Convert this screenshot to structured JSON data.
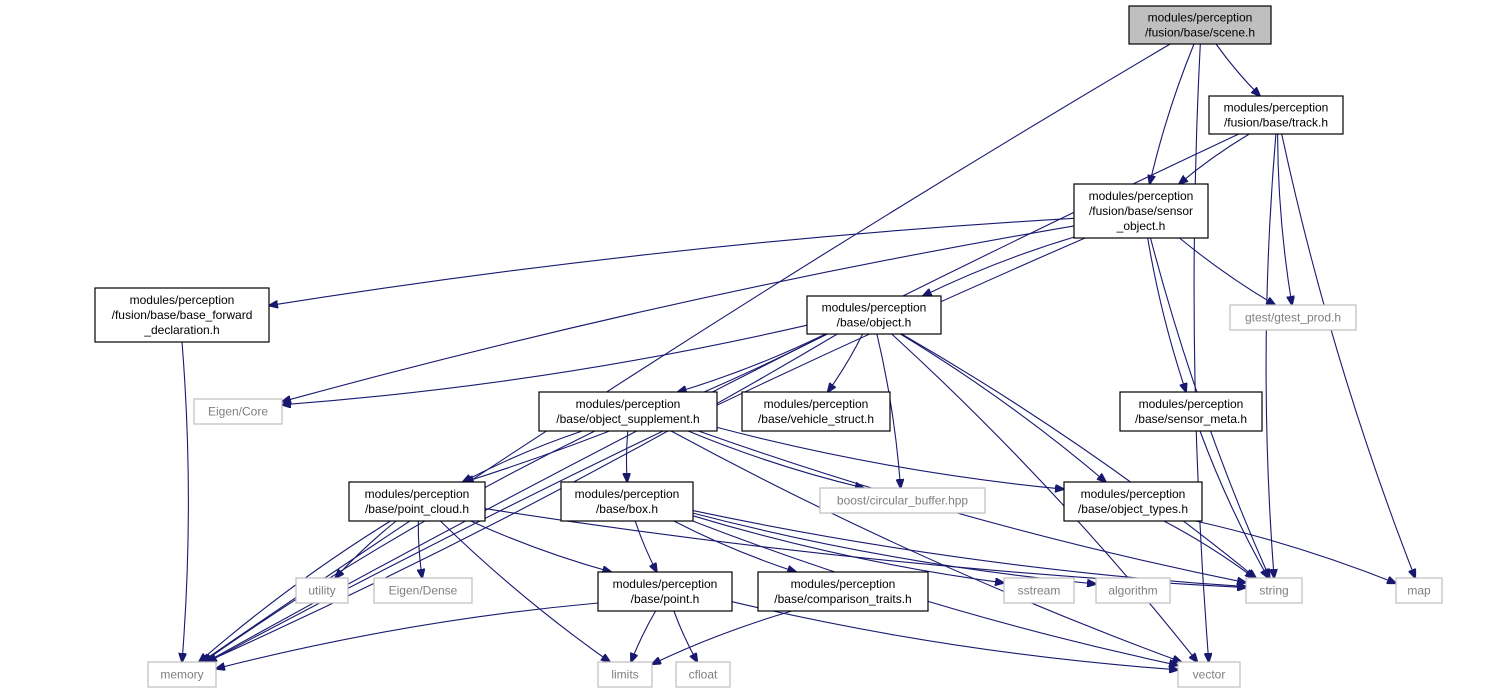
{
  "diagram": {
    "type": "include-dependency-graph",
    "colors": {
      "edge": "#191970",
      "root_fill": "#bfbfbf",
      "header_border": "#000000",
      "system_border": "#bfbfbf",
      "system_text": "#7f7f7f"
    },
    "nodes": [
      {
        "id": "scene",
        "kind": "root",
        "lines": [
          "modules/perception",
          "/fusion/base/scene.h"
        ]
      },
      {
        "id": "track",
        "kind": "header",
        "lines": [
          "modules/perception",
          "/fusion/base/track.h"
        ]
      },
      {
        "id": "sensor_object",
        "kind": "header",
        "lines": [
          "modules/perception",
          "/fusion/base/sensor",
          "_object.h"
        ]
      },
      {
        "id": "base_forward",
        "kind": "header",
        "lines": [
          "modules/perception",
          "/fusion/base/base_forward",
          "_declaration.h"
        ]
      },
      {
        "id": "object",
        "kind": "header",
        "lines": [
          "modules/perception",
          "/base/object.h"
        ]
      },
      {
        "id": "gtest",
        "kind": "system",
        "lines": [
          "gtest/gtest_prod.h"
        ]
      },
      {
        "id": "eigen_core",
        "kind": "system",
        "lines": [
          "Eigen/Core"
        ]
      },
      {
        "id": "object_supplement",
        "kind": "header",
        "lines": [
          "modules/perception",
          "/base/object_supplement.h"
        ]
      },
      {
        "id": "vehicle_struct",
        "kind": "header",
        "lines": [
          "modules/perception",
          "/base/vehicle_struct.h"
        ]
      },
      {
        "id": "sensor_meta",
        "kind": "header",
        "lines": [
          "modules/perception",
          "/base/sensor_meta.h"
        ]
      },
      {
        "id": "point_cloud",
        "kind": "header",
        "lines": [
          "modules/perception",
          "/base/point_cloud.h"
        ]
      },
      {
        "id": "box",
        "kind": "header",
        "lines": [
          "modules/perception",
          "/base/box.h"
        ]
      },
      {
        "id": "circular_buffer",
        "kind": "system",
        "lines": [
          "boost/circular_buffer.hpp"
        ]
      },
      {
        "id": "object_types",
        "kind": "header",
        "lines": [
          "modules/perception",
          "/base/object_types.h"
        ]
      },
      {
        "id": "utility",
        "kind": "system",
        "lines": [
          "utility"
        ]
      },
      {
        "id": "eigen_dense",
        "kind": "system",
        "lines": [
          "Eigen/Dense"
        ]
      },
      {
        "id": "point",
        "kind": "header",
        "lines": [
          "modules/perception",
          "/base/point.h"
        ]
      },
      {
        "id": "comparison_traits",
        "kind": "header",
        "lines": [
          "modules/perception",
          "/base/comparison_traits.h"
        ]
      },
      {
        "id": "sstream",
        "kind": "system",
        "lines": [
          "sstream"
        ]
      },
      {
        "id": "algorithm",
        "kind": "system",
        "lines": [
          "algorithm"
        ]
      },
      {
        "id": "string",
        "kind": "system",
        "lines": [
          "string"
        ]
      },
      {
        "id": "map",
        "kind": "system",
        "lines": [
          "map"
        ]
      },
      {
        "id": "memory",
        "kind": "system",
        "lines": [
          "memory"
        ]
      },
      {
        "id": "limits",
        "kind": "system",
        "lines": [
          "limits"
        ]
      },
      {
        "id": "cfloat",
        "kind": "system",
        "lines": [
          "cfloat"
        ]
      },
      {
        "id": "vector",
        "kind": "system",
        "lines": [
          "vector"
        ]
      }
    ],
    "edges": [
      [
        "scene",
        "memory"
      ],
      [
        "scene",
        "track"
      ],
      [
        "scene",
        "sensor_object"
      ],
      [
        "scene",
        "vector"
      ],
      [
        "track",
        "memory"
      ],
      [
        "track",
        "sensor_object"
      ],
      [
        "track",
        "gtest"
      ],
      [
        "track",
        "string"
      ],
      [
        "track",
        "map"
      ],
      [
        "sensor_object",
        "base_forward"
      ],
      [
        "sensor_object",
        "memory"
      ],
      [
        "sensor_object",
        "eigen_core"
      ],
      [
        "sensor_object",
        "object"
      ],
      [
        "sensor_object",
        "gtest"
      ],
      [
        "sensor_object",
        "sensor_meta"
      ],
      [
        "sensor_object",
        "string"
      ],
      [
        "base_forward",
        "memory"
      ],
      [
        "object",
        "eigen_core"
      ],
      [
        "object",
        "memory"
      ],
      [
        "object",
        "point_cloud"
      ],
      [
        "object",
        "object_supplement"
      ],
      [
        "object",
        "vehicle_struct"
      ],
      [
        "object",
        "circular_buffer"
      ],
      [
        "object",
        "object_types"
      ],
      [
        "object",
        "string"
      ],
      [
        "object",
        "vector"
      ],
      [
        "object_supplement",
        "point_cloud"
      ],
      [
        "object_supplement",
        "memory"
      ],
      [
        "object_supplement",
        "box"
      ],
      [
        "object_supplement",
        "circular_buffer"
      ],
      [
        "object_supplement",
        "object_types"
      ],
      [
        "object_supplement",
        "string"
      ],
      [
        "object_supplement",
        "vector"
      ],
      [
        "sensor_meta",
        "string"
      ],
      [
        "point_cloud",
        "memory"
      ],
      [
        "point_cloud",
        "utility"
      ],
      [
        "point_cloud",
        "eigen_dense"
      ],
      [
        "point_cloud",
        "point"
      ],
      [
        "point_cloud",
        "limits"
      ],
      [
        "point_cloud",
        "string"
      ],
      [
        "box",
        "point"
      ],
      [
        "box",
        "comparison_traits"
      ],
      [
        "box",
        "sstream"
      ],
      [
        "box",
        "algorithm"
      ],
      [
        "box",
        "string"
      ],
      [
        "box",
        "vector"
      ],
      [
        "object_types",
        "string"
      ],
      [
        "object_types",
        "map"
      ],
      [
        "point",
        "memory"
      ],
      [
        "point",
        "limits"
      ],
      [
        "point",
        "cfloat"
      ],
      [
        "point",
        "vector"
      ],
      [
        "comparison_traits",
        "limits"
      ]
    ]
  }
}
